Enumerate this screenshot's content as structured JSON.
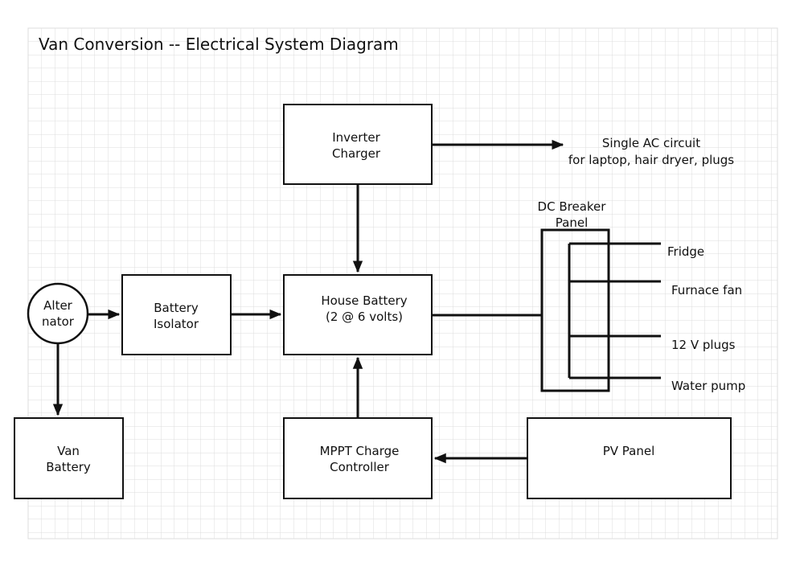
{
  "title": "Van Conversion -- Electrical System Diagram",
  "nodes": {
    "alternator": [
      "Alter",
      "nator"
    ],
    "battery_isolator": [
      "Battery",
      "Isolator"
    ],
    "van_battery": [
      "Van",
      "Battery"
    ],
    "inverter_charger": [
      "Inverter",
      "Charger"
    ],
    "house_battery": [
      "House Battery",
      "(2 @ 6 volts)"
    ],
    "mppt_controller": [
      "MPPT Charge",
      "Controller"
    ],
    "pv_panel": [
      "PV Panel"
    ]
  },
  "ac_output": [
    "Single AC circuit",
    "for laptop, hair dryer, plugs"
  ],
  "dc_panel": {
    "label": [
      "DC Breaker",
      "Panel"
    ],
    "circuits": [
      "Fridge",
      "Furnace fan",
      "12 V plugs",
      "Water pump"
    ]
  },
  "colors": {
    "grid": "#dcdcdc",
    "ink": "#111111"
  }
}
